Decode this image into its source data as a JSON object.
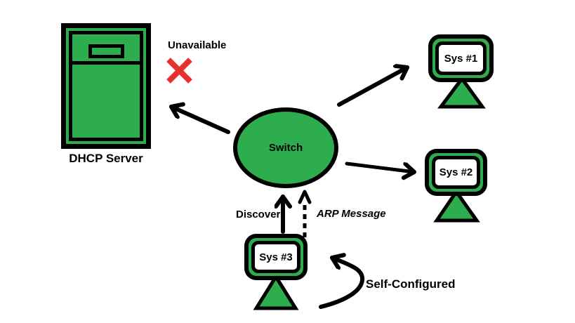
{
  "diagram": {
    "type": "network-diagram",
    "colors": {
      "green": "#2EAD4E",
      "black": "#000000",
      "red": "#E6312E",
      "white": "#FFFFFF"
    },
    "nodes": {
      "dhcp_server": {
        "label": "DHCP Server"
      },
      "switch": {
        "label": "Switch"
      },
      "sys1": {
        "label": "Sys #1"
      },
      "sys2": {
        "label": "Sys #2"
      },
      "sys3": {
        "label": "Sys #3"
      }
    },
    "annotations": {
      "unavailable": "Unavailable",
      "discover": "Discover",
      "arp_message": "ARP Message",
      "self_configured": "Self-Configured"
    },
    "edges": [
      {
        "from": "switch",
        "to": "dhcp_server",
        "style": "solid-arrow"
      },
      {
        "from": "switch",
        "to": "sys1",
        "style": "solid-arrow"
      },
      {
        "from": "switch",
        "to": "sys2",
        "style": "solid-arrow"
      },
      {
        "from": "sys3",
        "to": "switch",
        "style": "solid-arrow",
        "label": "Discover"
      },
      {
        "from": "sys3",
        "to": "switch",
        "style": "dashed-arrow",
        "label": "ARP Message"
      },
      {
        "from": "",
        "to": "sys3",
        "style": "curved-arrow",
        "label": "Self-Configured"
      }
    ]
  }
}
